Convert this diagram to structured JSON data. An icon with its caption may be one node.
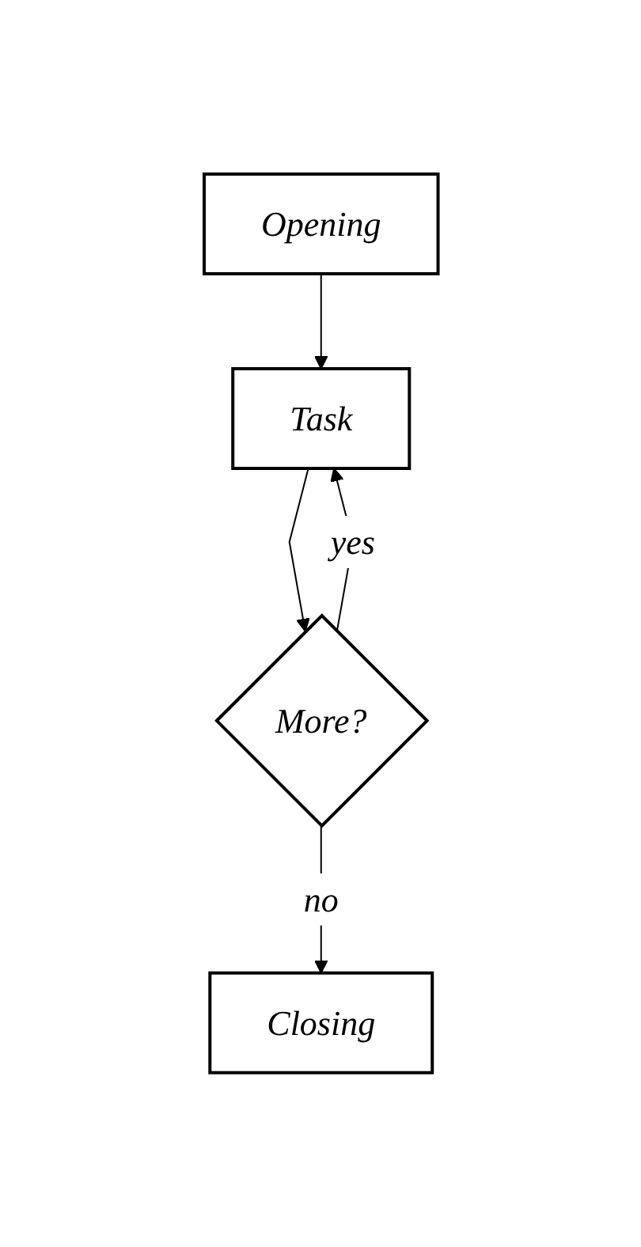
{
  "diagram": {
    "nodes": [
      {
        "text": [
          "Opening"
        ]
      },
      {
        "text": [
          "Task"
        ]
      },
      {
        "text": [
          "More?"
        ]
      },
      {
        "text": [
          "Closing"
        ]
      }
    ],
    "edges": [
      {
        "from": 0,
        "to": 1,
        "arrow": "to"
      },
      {
        "from": 1,
        "to": 2,
        "arrow": "to"
      },
      {
        "from": 2,
        "to": 1,
        "arrow": "to",
        "label": "yes"
      },
      {
        "from": 2,
        "to": 3,
        "arrow": "to",
        "label": "no"
      }
    ]
  }
}
